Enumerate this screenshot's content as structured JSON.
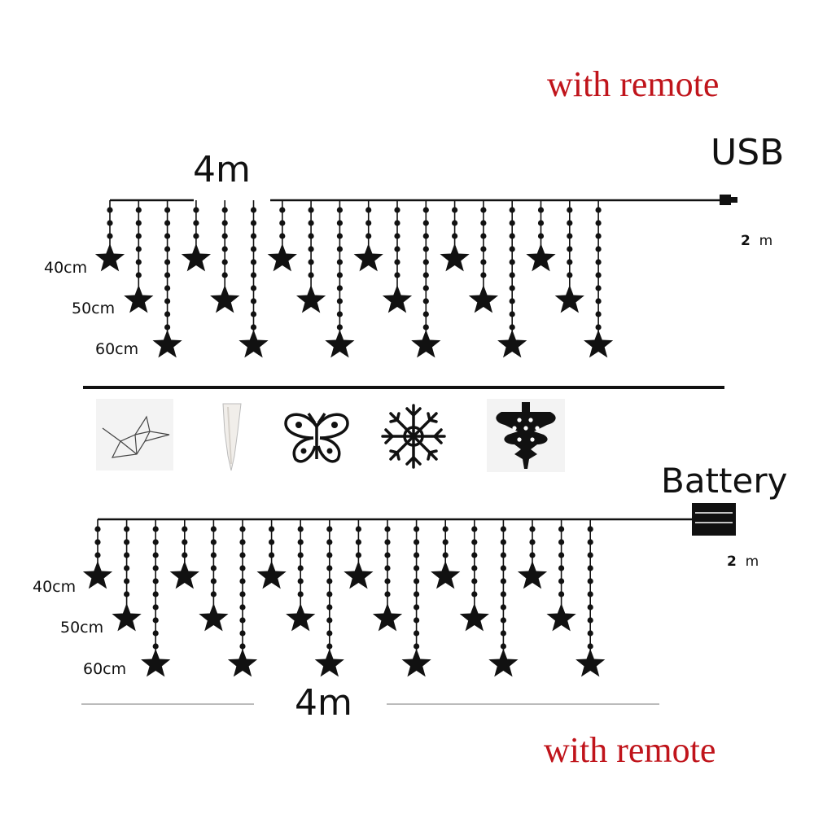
{
  "top": {
    "remote_label": "with remote",
    "power_label": "USB",
    "width_label": "4m",
    "lead_length": "2",
    "lead_unit": "m",
    "drop_lengths": [
      "40cm",
      "50cm",
      "60cm"
    ]
  },
  "bottom": {
    "remote_label": "with remote",
    "power_label": "Battery",
    "width_label": "4m",
    "lead_length": "2",
    "lead_unit": "m",
    "drop_lengths": [
      "40cm",
      "50cm",
      "60cm"
    ]
  },
  "shape_options": [
    "paper-crane-icon",
    "icicle-icon",
    "butterfly-icon",
    "snowflake-icon",
    "christmas-tree-icon"
  ],
  "colors": {
    "accent": "#c0141b",
    "ink": "#111111"
  }
}
